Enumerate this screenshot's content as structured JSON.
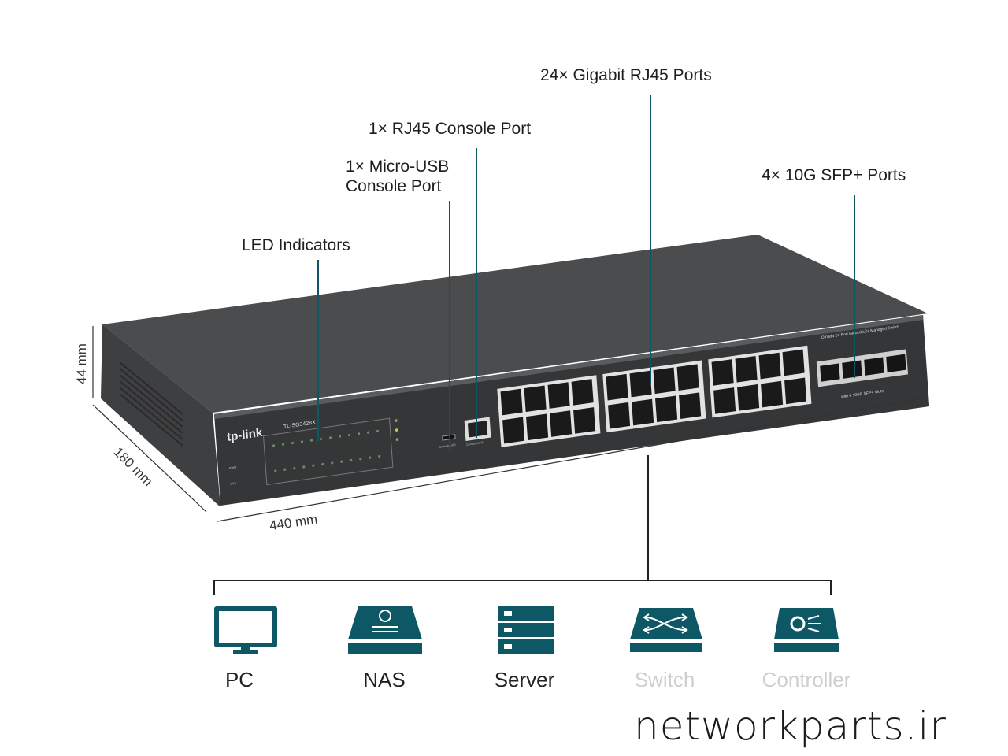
{
  "callouts": {
    "rj45_ports": "24× Gigabit RJ45 Ports",
    "console_rj45": "1× RJ45 Console Port",
    "console_usb_line1": "1× Micro-USB",
    "console_usb_line2": "Console Port",
    "sfp_ports": "4× 10G SFP+ Ports",
    "led": "LED Indicators"
  },
  "dimensions": {
    "height": "44 mm",
    "depth": "180 mm",
    "width": "440 mm"
  },
  "device": {
    "brand": "tp-link",
    "model": "TL-SG3428X",
    "description_line1": "Omada 24-Port Gigabit L2+ Managed Switch",
    "description_line2": "with 4 10GE SFP+ Slots",
    "console_usb_label": "Console USB",
    "console_rj45_label": "Console RJ45",
    "power_label": "PWR",
    "sys_label": "SYS"
  },
  "connected_devices": [
    {
      "label": "PC",
      "icon": "monitor-icon"
    },
    {
      "label": "NAS",
      "icon": "nas-icon"
    },
    {
      "label": "Server",
      "icon": "server-icon"
    },
    {
      "label": "Switch",
      "icon": "switch-icon"
    },
    {
      "label": "Controller",
      "icon": "controller-icon"
    }
  ],
  "watermark": "networkparts.ir",
  "colors": {
    "accent": "#0e5866",
    "chassis": "#3a3b3d",
    "chassis_top": "#4a4b4d"
  }
}
